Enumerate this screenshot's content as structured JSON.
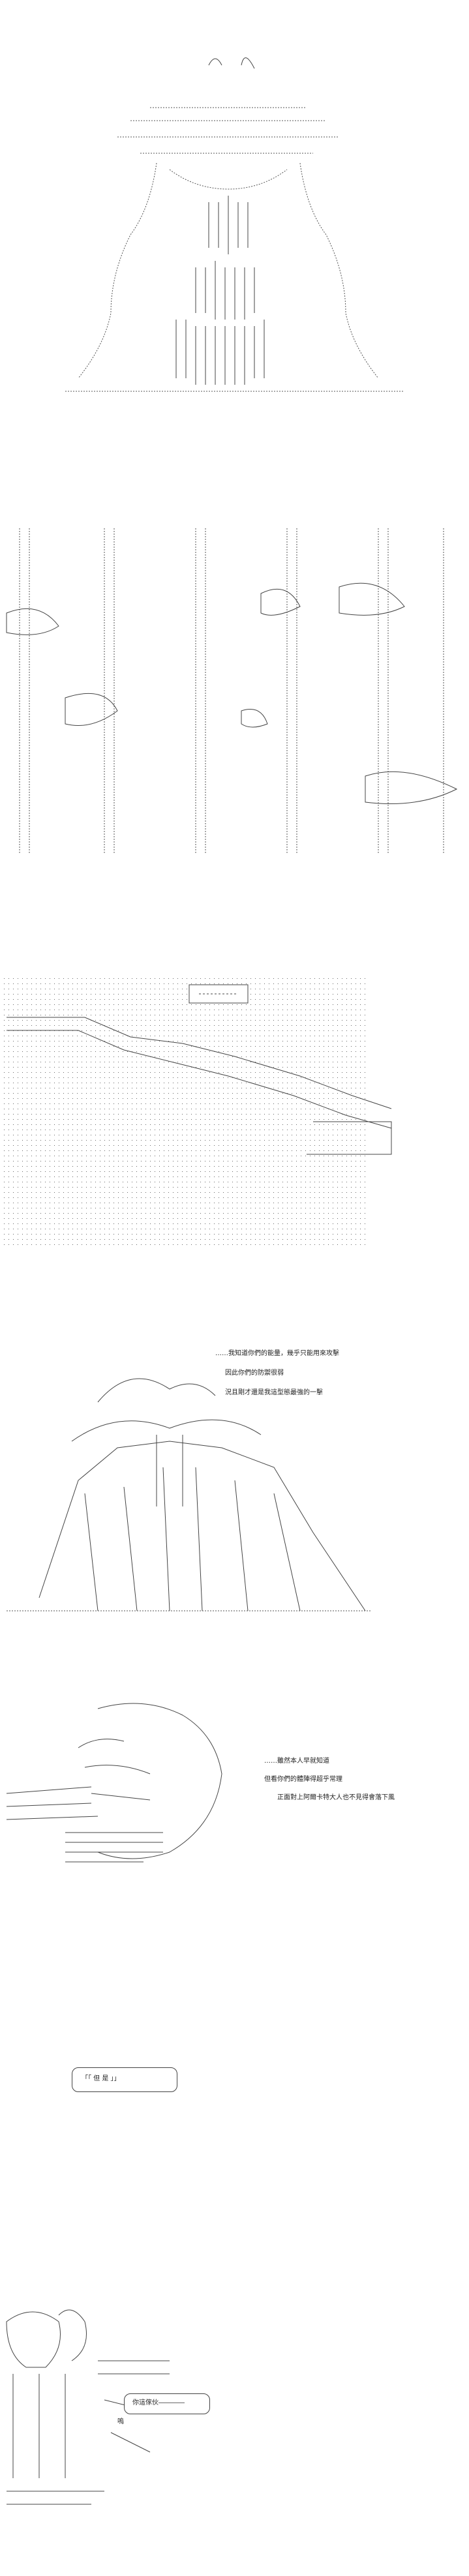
{
  "panels": {
    "p4": {
      "lines": [
        "……我知道你們的能量，幾乎只能用來攻擊",
        "因此你們的防禦很弱",
        "況且剛才還是我這型態最強的一擊"
      ]
    },
    "p5": {
      "lines": [
        "……雖然本人早就知道",
        "但看你們的體陣得超乎常理",
        "正面對上阿爾卡特大人也不見得會落下風"
      ]
    },
    "p6": {
      "text": "「「 但 是 」」"
    },
    "p7": {
      "text": "你這傢伙――――",
      "side": "嗚"
    }
  }
}
